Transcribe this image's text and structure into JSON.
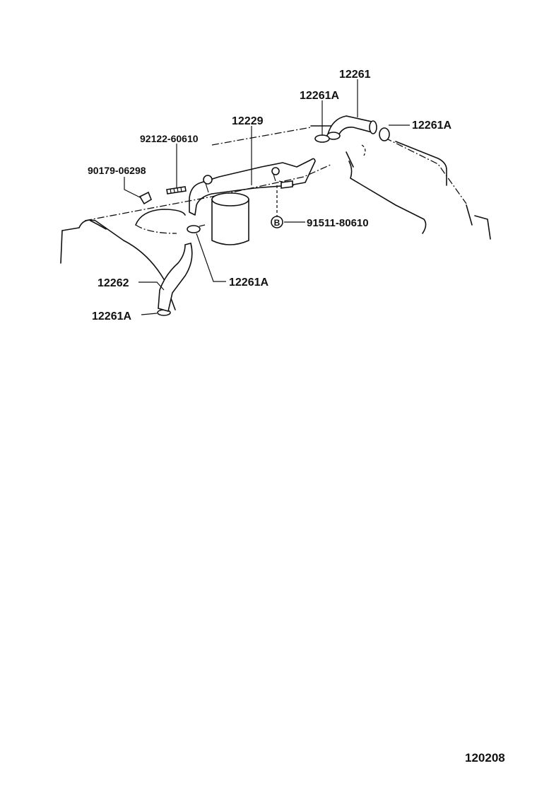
{
  "diagram": {
    "part_labels": {
      "hose_12261": "12261",
      "clamp_top": "12261A",
      "clamp_right": "12261A",
      "pipe_12229": "12229",
      "stud_92122": "92122-60610",
      "nut_90179": "90179-06298",
      "plug_91511": "91511-80610",
      "plug_marker": "B",
      "hose_12262": "12262",
      "clamp_mid": "12261A",
      "clamp_bottom": "12261A"
    },
    "figure_number": "120208"
  }
}
